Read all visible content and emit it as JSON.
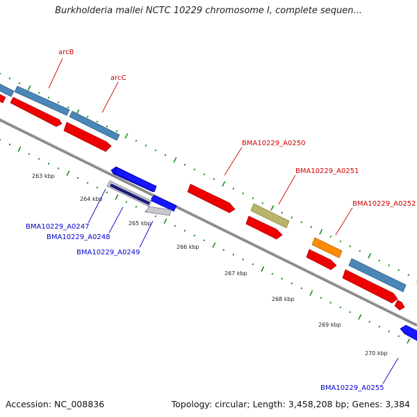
{
  "title": "Burkholderia mallei NCTC 10229 chromosome I, complete sequen...",
  "footer": {
    "accession": "Accession: NC_008836",
    "summary": "Topology: circular; Length: 3,458,208 bp; Genes: 3,384"
  },
  "colors": {
    "forward_label": "#cc0000",
    "reverse_label": "#0000cc",
    "backbone": "#8a8a8a",
    "tick": "#1a8a1a",
    "red_gene": "#ee0000",
    "steel_gene": "#4a86b8",
    "blue_gene": "#1010ee",
    "olive_gene": "#b8b46a",
    "orange_gene": "#ff8c00",
    "gray_gene": "#c8c8d0",
    "navy_gene": "#1a1a7a"
  },
  "scale_labels": [
    "263 kbp",
    "264 kbp",
    "265 kbp",
    "266 kbp",
    "267 kbp",
    "268 kbp",
    "269 kbp",
    "270 kbp"
  ],
  "forward_gene_labels": [
    "arcB",
    "arcC",
    "BMA10229_A0250",
    "BMA10229_A0251",
    "BMA10229_A0252"
  ],
  "reverse_gene_labels": [
    "BMA10229_A0247",
    "BMA10229_A0248",
    "BMA10229_A0249",
    "BMA10229_A0255"
  ]
}
